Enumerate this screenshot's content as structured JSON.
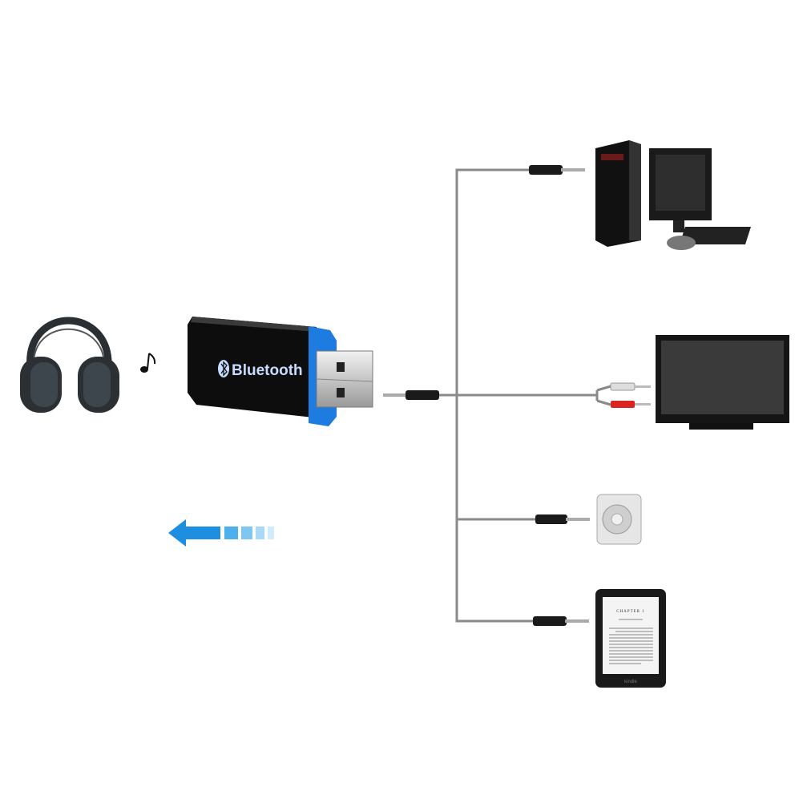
{
  "dongle": {
    "label": "Bluetooth",
    "icon": "bluetooth-icon",
    "accent_color": "#1e7be0"
  },
  "ereader": {
    "chapter_heading": "CHAPTER 1",
    "brand": "kindle"
  },
  "colors": {
    "cable": "#8a8a8a",
    "arrow": "#1ea0e6"
  },
  "devices": [
    "headphones",
    "bluetooth-receiver",
    "desktop-computer",
    "television",
    "mp3-player",
    "e-reader"
  ]
}
